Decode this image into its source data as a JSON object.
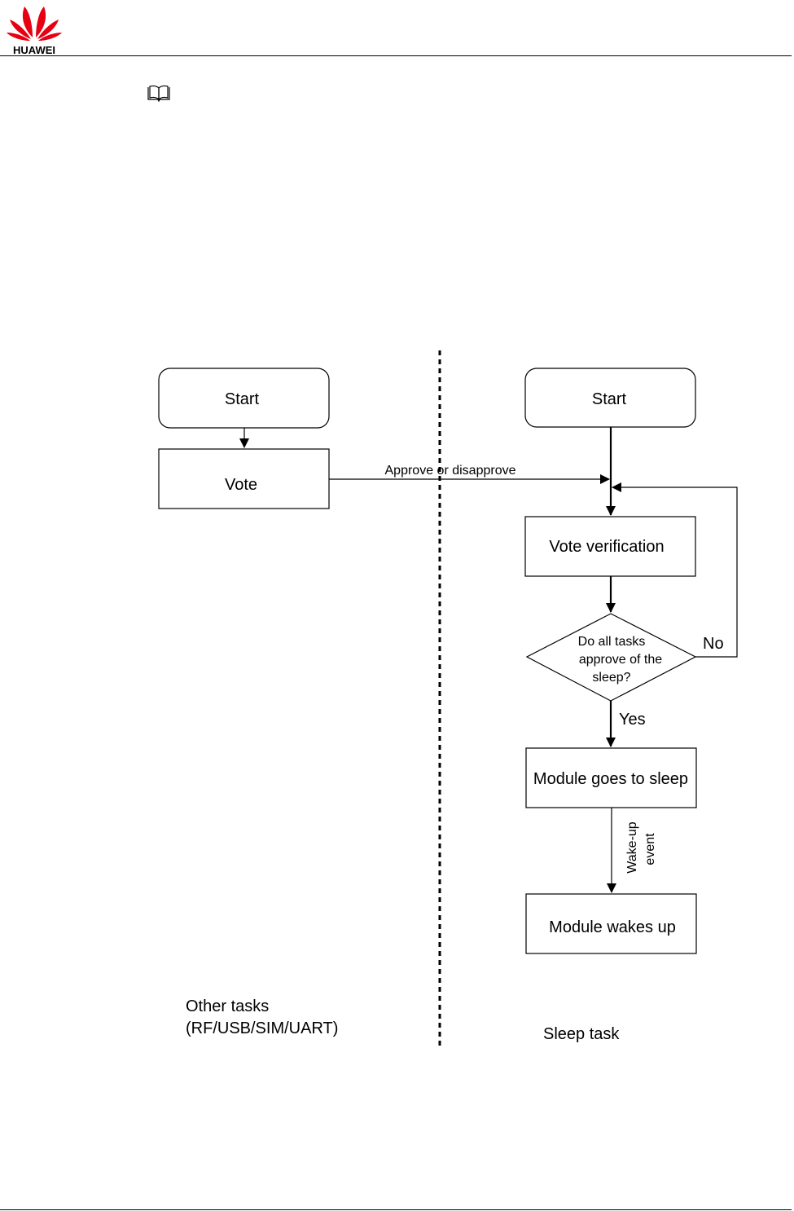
{
  "header": {
    "logo_text": "HUAWEI",
    "brand_color": "#e60012",
    "icon": "huawei-logo"
  },
  "note": {
    "icon": "book-note-icon"
  },
  "diagram": {
    "left_lane": {
      "start": "Start",
      "vote": "Vote",
      "caption_line1": "Other tasks",
      "caption_line2": "(RF/USB/SIM/UART)"
    },
    "right_lane": {
      "start": "Start",
      "vote_verification": "Vote verification",
      "decision_line1": "Do all tasks",
      "decision_line2": "approve of the",
      "decision_line3": "sleep?",
      "yes": "Yes",
      "no": "No",
      "module_sleep": "Module goes to sleep",
      "wake_line1": "Wake-up",
      "wake_line2": "event",
      "module_wakes": "Module wakes up",
      "caption": "Sleep task"
    },
    "message_arrow": "Approve or disapprove"
  }
}
